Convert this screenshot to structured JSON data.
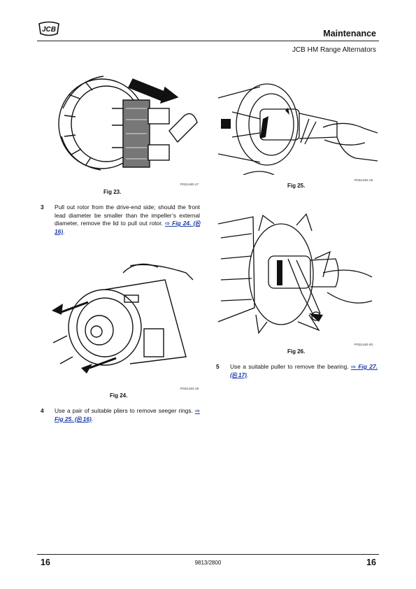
{
  "header": {
    "logo_text": "JCB",
    "section_title": "Maintenance",
    "subtitle": "JCB HM Range Alternators"
  },
  "figures": [
    {
      "caption": "Fig 23.",
      "code": "P031440-17"
    },
    {
      "caption": "Fig 24.",
      "code": "P031440-18"
    },
    {
      "caption": "Fig 25.",
      "code": "P031440-19"
    },
    {
      "caption": "Fig 26.",
      "code": "P031440-20"
    }
  ],
  "steps": [
    {
      "number": "3",
      "text": "Pull out rotor from the drive-end side; should the front lead diameter be smaller than the impeller’s external diameter, remove the lid to pull out rotor.",
      "link": "⇨ Fig 24. (⎘ 16)",
      "after": "."
    },
    {
      "number": "4",
      "text": "Use a pair of suitable pliers to remove seeger rings.",
      "link": "⇨ Fig 25. (⎘ 16)",
      "after": "."
    },
    {
      "number": "5",
      "text": "Use a suitable puller to remove the bearing.",
      "link": "⇨ Fig 27. (⎘ 17)",
      "after": "."
    }
  ],
  "footer": {
    "page_left": "16",
    "doc_number": "9813/2800",
    "page_right": "16"
  }
}
